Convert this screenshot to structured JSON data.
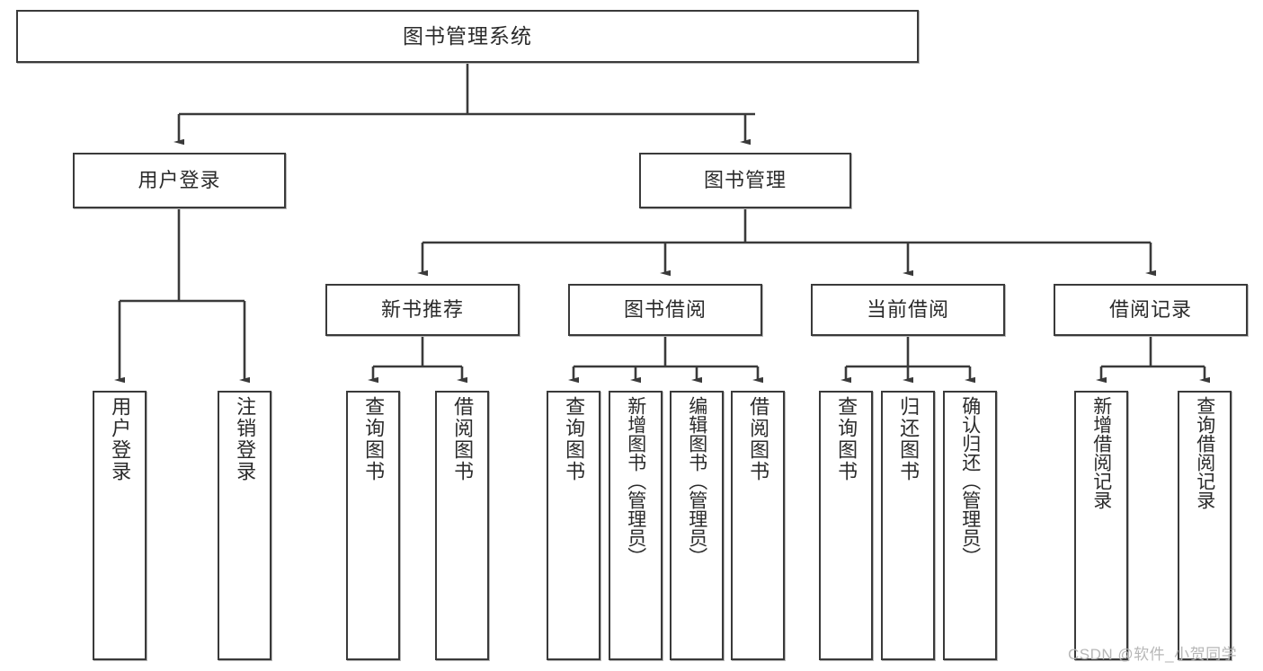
{
  "diagram": {
    "title": "图书管理系统",
    "type": "tree",
    "orientation": "top-down",
    "line_color": "#3a3a3a",
    "box_fill": "#ffffff",
    "text_color": "#2b2b2b",
    "watermark": "CSDN @软件_小贺同学",
    "root": {
      "id": "root",
      "label": "图书管理系统"
    },
    "level1": [
      {
        "id": "user-login",
        "label": "用户登录"
      },
      {
        "id": "book-manage",
        "label": "图书管理"
      }
    ],
    "level2": [
      {
        "id": "new-book-rec",
        "label": "新书推荐",
        "parent": "book-manage"
      },
      {
        "id": "book-borrow",
        "label": "图书借阅",
        "parent": "book-manage"
      },
      {
        "id": "current-borrow",
        "label": "当前借阅",
        "parent": "book-manage"
      },
      {
        "id": "borrow-record",
        "label": "借阅记录",
        "parent": "book-manage"
      }
    ],
    "leaves": [
      {
        "id": "leaf-user-login",
        "label": "用户登录",
        "parent": "user-login"
      },
      {
        "id": "leaf-logout-login",
        "label": "注销登录",
        "parent": "user-login"
      },
      {
        "id": "leaf-query-book-1",
        "label": "查询图书",
        "parent": "new-book-rec"
      },
      {
        "id": "leaf-borrow-book-1",
        "label": "借阅图书",
        "parent": "new-book-rec"
      },
      {
        "id": "leaf-query-book-2",
        "label": "查询图书",
        "parent": "book-borrow"
      },
      {
        "id": "leaf-add-book",
        "label": "新增图书（管理员）",
        "parent": "book-borrow"
      },
      {
        "id": "leaf-edit-book",
        "label": "编辑图书（管理员）",
        "parent": "book-borrow"
      },
      {
        "id": "leaf-borrow-book-2",
        "label": "借阅图书",
        "parent": "book-borrow"
      },
      {
        "id": "leaf-query-book-3",
        "label": "查询图书",
        "parent": "current-borrow"
      },
      {
        "id": "leaf-return-book",
        "label": "归还图书",
        "parent": "current-borrow"
      },
      {
        "id": "leaf-confirm-return",
        "label": "确认归还（管理员）",
        "parent": "current-borrow"
      },
      {
        "id": "leaf-add-record",
        "label": "新增借阅记录",
        "parent": "borrow-record"
      },
      {
        "id": "leaf-query-record",
        "label": "查询借阅记录",
        "parent": "borrow-record"
      }
    ]
  }
}
